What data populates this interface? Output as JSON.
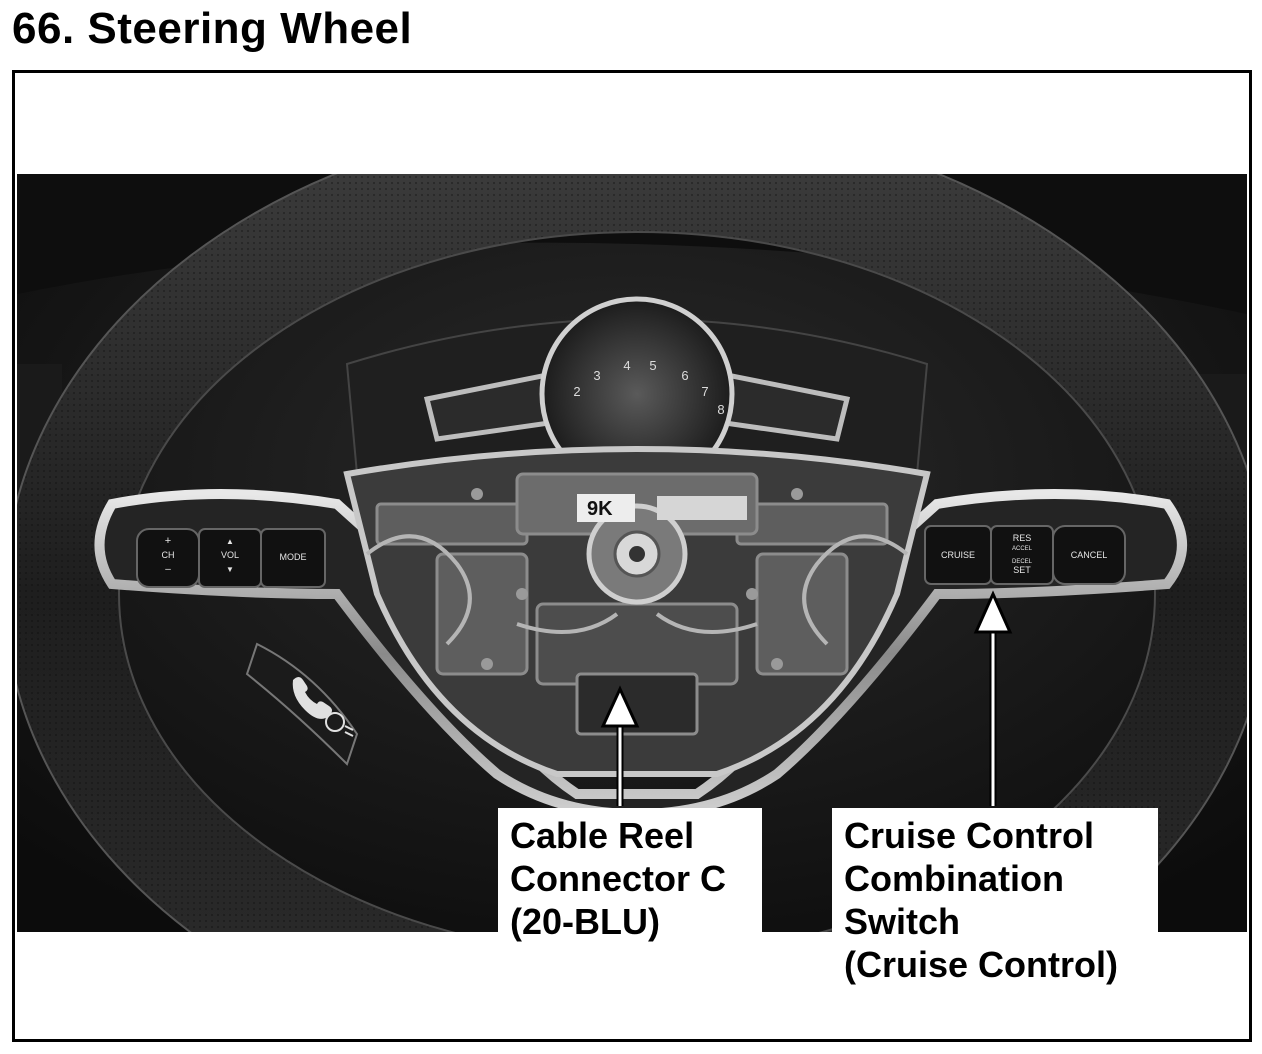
{
  "document": {
    "title": "66. Steering Wheel"
  },
  "photo": {
    "wheel_buttons": {
      "left": {
        "ch_plus": "+",
        "ch_label": "CH",
        "ch_minus": "–",
        "vol_up": "▲",
        "vol_label": "VOL",
        "vol_down": "▼",
        "mode_label": "MODE"
      },
      "right": {
        "cruise_label": "CRUISE",
        "res_label": "RES",
        "accel_label": "ACCEL",
        "decel_label": "DECEL",
        "set_label": "SET",
        "cancel_label": "CANCEL"
      }
    },
    "sticker_text": "9K",
    "icons": [
      "phone-icon",
      "voice-command-icon"
    ]
  },
  "callouts": {
    "cable_reel": {
      "lines": [
        "Cable Reel",
        "Connector C",
        "(20-BLU)"
      ]
    },
    "cruise_switch": {
      "lines": [
        "Cruise Control",
        "Combination",
        "Switch",
        "(Cruise Control)"
      ]
    }
  }
}
